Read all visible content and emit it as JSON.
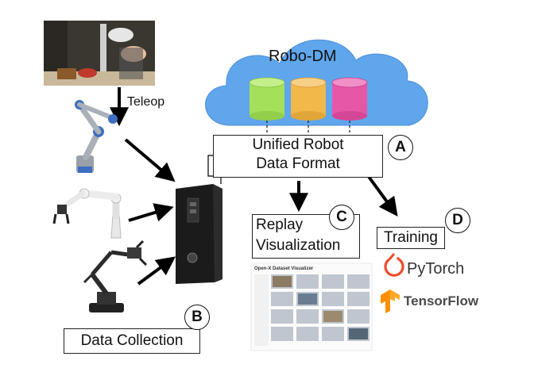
{
  "cloud": {
    "title": "Robo-DM",
    "colors": {
      "cloud": "#5fa6ec",
      "db_green": "#a4e05a",
      "db_orange": "#f2b84a",
      "db_pink": "#e657a8"
    }
  },
  "unified": {
    "line1": "Unified Robot",
    "line2": "Data Format",
    "badge": "A"
  },
  "collection": {
    "label": "Data Collection",
    "badge": "B"
  },
  "replay": {
    "line1": "Replay",
    "line2": "Visualization",
    "badge": "C",
    "screenshot_title": "Open-X Dataset Visualizer"
  },
  "training": {
    "label": "Training",
    "badge": "D",
    "framework1": "PyTorch",
    "framework2": "TensorFlow"
  },
  "teleop": {
    "label": "Teleop"
  },
  "accent": {
    "pytorch": "#ee4c2c",
    "tensorflow": "#ff8f00"
  }
}
